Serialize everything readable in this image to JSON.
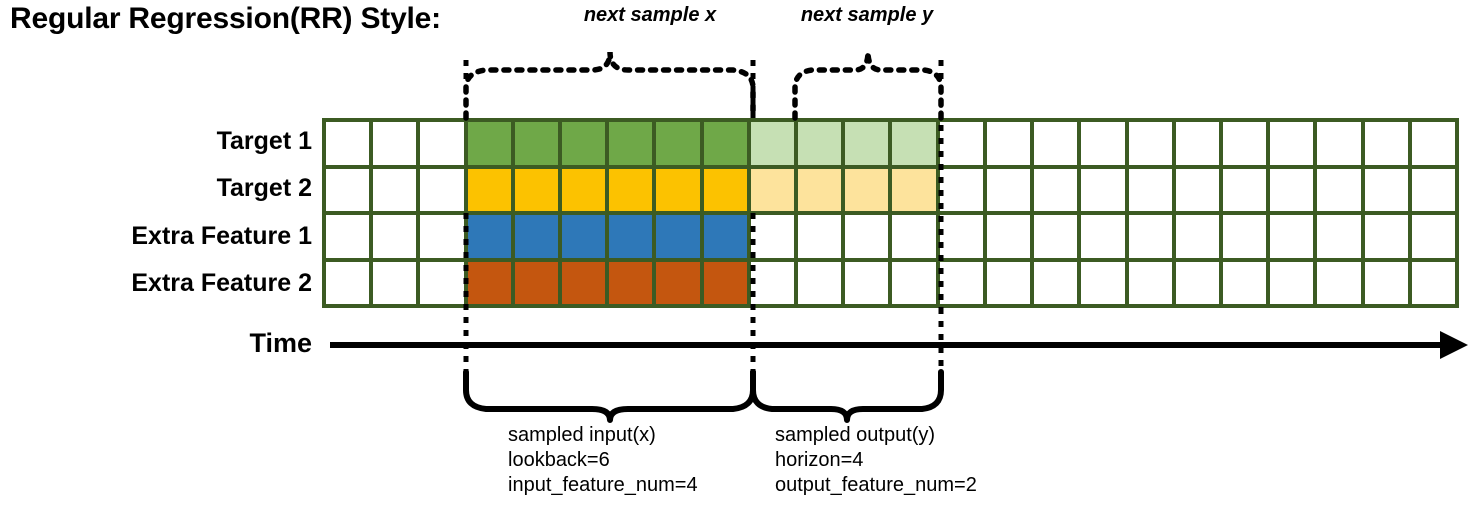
{
  "title": "Regular Regression(RR) Style:",
  "time_axis_label": "Time",
  "rows": [
    {
      "label": "Target 1",
      "solid_color": "#6FA848",
      "faded_color": "#C6E0B4",
      "has_future": true
    },
    {
      "label": "Target 2",
      "solid_color": "#FCC200",
      "faded_color": "#FDE39C",
      "has_future": true
    },
    {
      "label": "Extra Feature 1",
      "solid_color": "#2E78B8",
      "faded_color": "",
      "has_future": false
    },
    {
      "label": "Extra Feature 2",
      "solid_color": "#C4560F",
      "faded_color": "",
      "has_future": false
    }
  ],
  "grid": {
    "columns": 24,
    "rows": 4,
    "lead_blank_columns": 3,
    "input_columns": 6,
    "output_columns": 4,
    "border_color": "#3C5B23",
    "empty_cell_color": "#FFFFFF"
  },
  "top_braces": [
    {
      "label": "next sample x"
    },
    {
      "label": "next sample y"
    }
  ],
  "bottom_braces": [
    {
      "lines": [
        "sampled input(x)",
        "lookback=6",
        "input_feature_num=4"
      ]
    },
    {
      "lines": [
        "sampled output(y)",
        "horizon=4",
        "output_feature_num=2"
      ]
    }
  ]
}
